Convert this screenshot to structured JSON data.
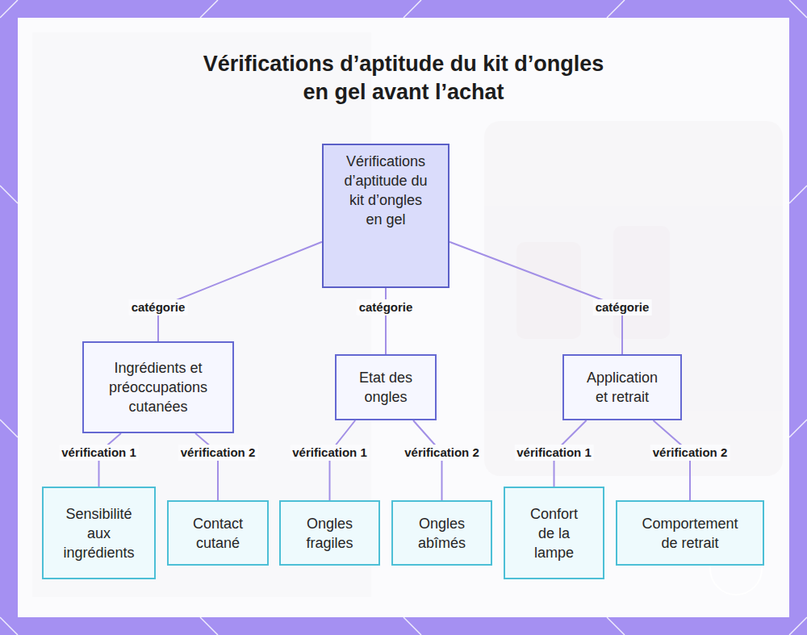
{
  "diagram": {
    "title": "Vérifications d’aptitude du kit d’ongles en gel avant l’achat",
    "nodes": [
      {
        "text": [
          "Vérifications d’aptitude du kit d’ongles en gel"
        ]
      },
      {
        "text": [
          "Ingrédients et préoccupations cutanées"
        ]
      },
      {
        "text": [
          "Etat des ongles"
        ]
      },
      {
        "text": [
          "Application et retrait"
        ]
      },
      {
        "text": [
          "Sensibilité aux ingrédients"
        ]
      },
      {
        "text": [
          "Contact cutané"
        ]
      },
      {
        "text": [
          "Ongles fragiles"
        ]
      },
      {
        "text": [
          "Ongles abîmés"
        ]
      },
      {
        "text": [
          "Confort de la lampe"
        ]
      },
      {
        "text": [
          "Comportement de retrait"
        ]
      }
    ],
    "edges": [
      {
        "from": 0,
        "to": 1,
        "label": "catégorie",
        "arrow": "none"
      },
      {
        "from": 0,
        "to": 2,
        "label": "catégorie",
        "arrow": "none"
      },
      {
        "from": 0,
        "to": 3,
        "label": "catégorie",
        "arrow": "none"
      },
      {
        "from": 1,
        "to": 4,
        "label": "vérification 1",
        "arrow": "none"
      },
      {
        "from": 1,
        "to": 5,
        "label": "vérification 2",
        "arrow": "none"
      },
      {
        "from": 2,
        "to": 6,
        "label": "vérification 1",
        "arrow": "none"
      },
      {
        "from": 2,
        "to": 7,
        "label": "vérification 2",
        "arrow": "none"
      },
      {
        "from": 3,
        "to": 8,
        "label": "vérification 1",
        "arrow": "none"
      },
      {
        "from": 3,
        "to": 9,
        "label": "vérification 2",
        "arrow": "none"
      }
    ]
  }
}
